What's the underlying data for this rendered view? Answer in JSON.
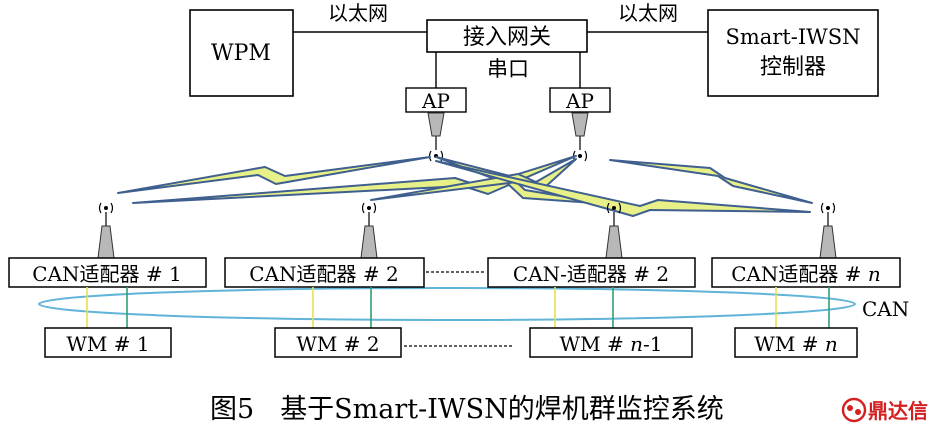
{
  "top": {
    "wpm": "WPM",
    "gateway": "接入网关",
    "controller_line1": "Smart-IWSN",
    "controller_line2": "控制器",
    "ethernet_left": "以太网",
    "ethernet_right": "以太网",
    "serial": "串口",
    "ap_left": "AP",
    "ap_right": "AP"
  },
  "adapters": [
    {
      "prefix": "CAN适配器 # ",
      "index": "1"
    },
    {
      "prefix": "CAN适配器 # ",
      "index": "2"
    },
    {
      "prefix": "CAN-适配器 # ",
      "index": "2"
    },
    {
      "prefix": "CAN适配器 # ",
      "index": "n"
    }
  ],
  "can_bus_label": "CAN",
  "machines": [
    {
      "prefix": "WM # ",
      "index": "1",
      "suffix": ""
    },
    {
      "prefix": "WM # ",
      "index": "2",
      "suffix": ""
    },
    {
      "prefix": "WM # ",
      "index": "n",
      "suffix": "-1"
    },
    {
      "prefix": "WM # ",
      "index": "n",
      "suffix": ""
    }
  ],
  "caption": {
    "number": "图5",
    "text": "基于Smart-IWSN的焊机群监控系统"
  },
  "watermark": "鼎达信",
  "colors": {
    "line": "#000000",
    "bus_ellipse": "#5fb4d8",
    "bolt_fill": "#e8f088",
    "bolt_stroke": "#3f5f8f",
    "drop_yellow": "#e8e050",
    "drop_green": "#2fa070",
    "watermark": "#d42020"
  }
}
